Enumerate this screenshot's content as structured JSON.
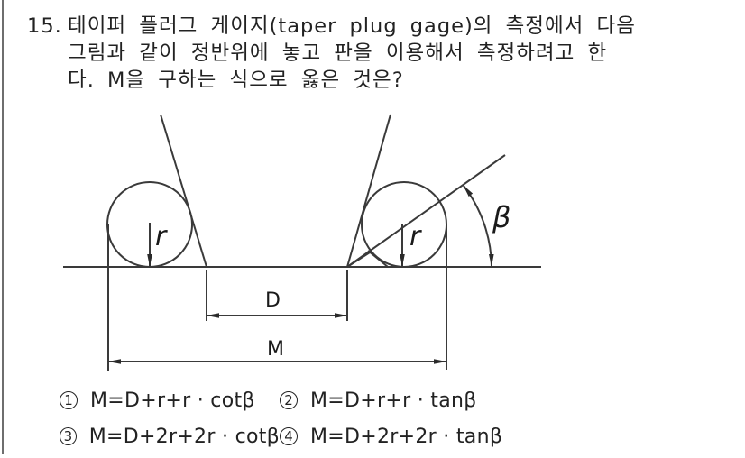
{
  "question": {
    "number": "15.",
    "lines": [
      "테이퍼 플러그 게이지(taper plug gage)의 측정에서 다음",
      "그림과 같이 정반위에 놓고 판을 이용해서 측정하려고 한",
      "다. M을 구하는 식으로 옳은 것은?"
    ]
  },
  "figure": {
    "labels": {
      "radius_left": "r",
      "radius_right": "r",
      "angle": "β",
      "dimension_inner": "D",
      "dimension_outer": "M"
    },
    "colors": {
      "line": "#3a3a3a",
      "border": "#6e6e6e"
    }
  },
  "options": [
    {
      "marker": "1",
      "text": "M=D+r+r · cotβ"
    },
    {
      "marker": "2",
      "text": "M=D+r+r · tanβ"
    },
    {
      "marker": "3",
      "text": "M=D+2r+2r · cotβ"
    },
    {
      "marker": "4",
      "text": "M=D+2r+2r · tanβ"
    }
  ]
}
